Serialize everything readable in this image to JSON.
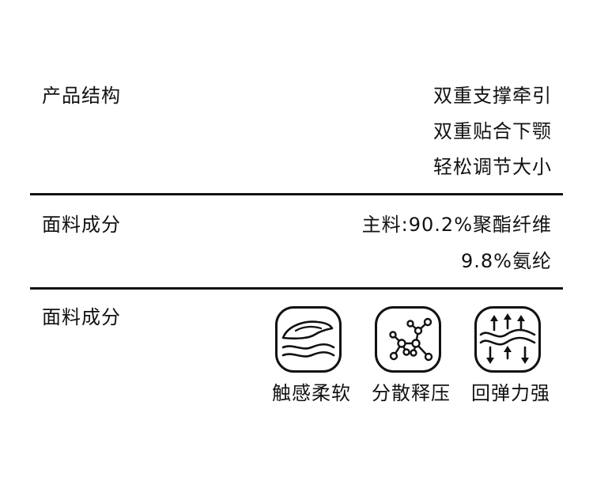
{
  "sections": [
    {
      "label": "产品结构",
      "values": [
        "双重支撑牵引",
        "双重贴合下颚",
        "轻松调节大小"
      ]
    },
    {
      "label": "面料成分",
      "values": [
        "主料:90.2%聚酯纤维",
        "9.8%氨纶"
      ]
    },
    {
      "label": "面料成分",
      "features": [
        {
          "icon": "soft-touch-icon",
          "label": "触感柔软"
        },
        {
          "icon": "heat-dispersion-icon",
          "label": "分散释压"
        },
        {
          "icon": "rebound-icon",
          "label": "回弹力强"
        }
      ]
    }
  ],
  "colors": {
    "text": "#111111",
    "background": "#ffffff"
  }
}
